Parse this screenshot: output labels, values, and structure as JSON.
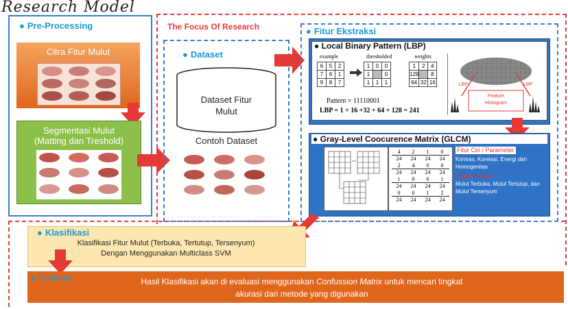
{
  "header": {
    "title": "Research Model"
  },
  "focus": {
    "title": "The Focus Of Research"
  },
  "preprocessing": {
    "title": "Pre-Processing",
    "citra_label": "Citra Fitur Mulut",
    "segment_label_1": "Segmentasi Mulut",
    "segment_label_2": "(Matting dan Treshold)"
  },
  "dataset": {
    "title": "Dataset",
    "db_label_1": "Dataset Fitur",
    "db_label_2": "Mulut",
    "contoh_label": "Contoh Dataset"
  },
  "fitur": {
    "title": "Fitur Ekstraksi",
    "lbp": {
      "title": "Local Binary  Pattern (LBP)",
      "col_example": "example",
      "col_thresholded": "thresholded",
      "col_weights": "weights",
      "example": [
        [
          "6",
          "5",
          "2"
        ],
        [
          "7",
          "6",
          "1"
        ],
        [
          "9",
          "8",
          "7"
        ]
      ],
      "thresholded": [
        [
          "1",
          "0",
          "0"
        ],
        [
          "1",
          "",
          "0"
        ],
        [
          "1",
          "1",
          "1"
        ]
      ],
      "weights": [
        [
          "1",
          "2",
          "4"
        ],
        [
          "128",
          "",
          "8"
        ],
        [
          "64",
          "32",
          "16"
        ]
      ],
      "pattern_line": "Pattern = 11110001",
      "lbp_line": "LBP = 1 + 16 +32 + 64 + 128 =   241",
      "lbp_left": "LBP",
      "lbp_right": "LBP",
      "feature_label_1": "Feature",
      "feature_label_2": "Histogram"
    },
    "glcm": {
      "title": "Gray-Level Coocurence Matrix (GLCM)",
      "param_title": "Fitur Ciri / Parameter",
      "param_text": "Kontras, Korelasi, Energi dan Homogenitas",
      "target_title": "Target / Class",
      "target_text": "Mulut Terbuka, Mulut Tertutup, dan Mulut Tersenyum",
      "fractions": [
        [
          "4",
          "2",
          "1",
          "0"
        ],
        [
          "2",
          "4",
          "0",
          "0"
        ],
        [
          "1",
          "0",
          "6",
          "1"
        ],
        [
          "0",
          "0",
          "1",
          "2"
        ]
      ],
      "denominator": "24"
    }
  },
  "klasifikasi": {
    "title": "Klasifikasi",
    "line1": "Klasifikasi Fitur Mulut (Terbuka, Tertutup, Tersenyum)",
    "line2": "Dengan Menggunakan Multiclass SVM"
  },
  "evaluasi": {
    "title": "Evaluasi",
    "line1_pre": "Hasil Klasifikasi akan di evaluasi menggunakan ",
    "line1_em": "Confussion Matrix",
    "line1_post": " untuk mencari tingkat",
    "line2": "akurasi dari metode yang digunakan"
  },
  "colors": {
    "accent_blue": "#1a9bd7",
    "red": "#e53935",
    "orange": "#e0661c",
    "green": "#8cc04b",
    "panel_blue": "#2f73c6"
  }
}
